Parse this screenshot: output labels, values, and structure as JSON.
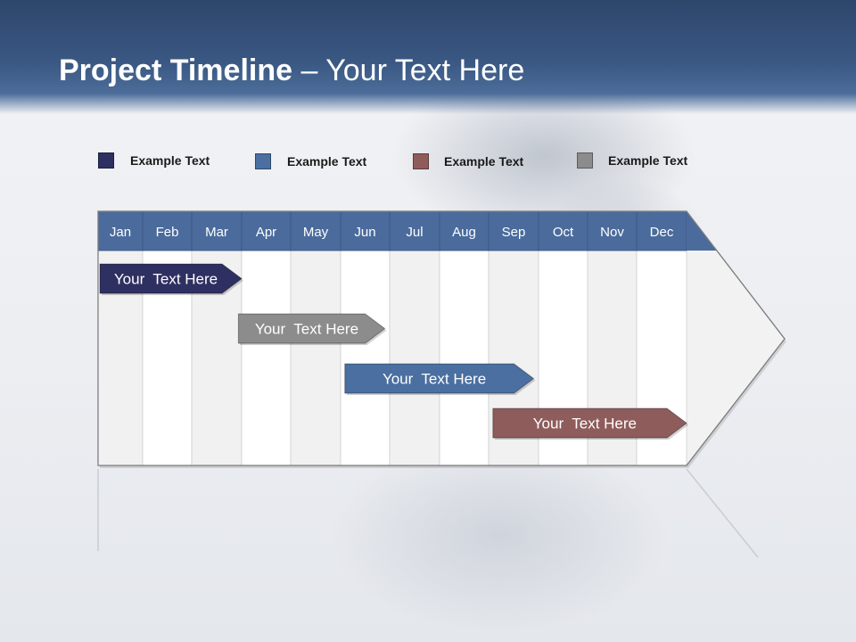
{
  "header": {
    "title_bold": "Project Timeline",
    "title_rest": " – Your Text Here"
  },
  "legend": [
    {
      "label": "Example Text",
      "color": "#2e3061"
    },
    {
      "label": "Example Text",
      "color": "#4a6fa0"
    },
    {
      "label": "Example Text",
      "color": "#8f5c5c"
    },
    {
      "label": "Example Text",
      "color": "#8c8c8c"
    }
  ],
  "timeline": {
    "months": [
      "Jan",
      "Feb",
      "Mar",
      "Apr",
      "May",
      "Jun",
      "Jul",
      "Aug",
      "Sep",
      "Oct",
      "Nov",
      "Dec"
    ],
    "header_color": "#4a6b9c",
    "tasks": [
      {
        "label": "Your  Text Here",
        "start_month": 1.0,
        "end_month": 4.0,
        "color": "#2e3061"
      },
      {
        "label": "Your  Text Here",
        "start_month": 3.9,
        "end_month": 6.9,
        "color": "#8c8c8c"
      },
      {
        "label": "Your  Text Here",
        "start_month": 6.05,
        "end_month": 9.9,
        "color": "#4a6fa0"
      },
      {
        "label": "Your  Text Here",
        "start_month": 9.05,
        "end_month": 13.0,
        "color": "#8f5c5c"
      }
    ]
  }
}
